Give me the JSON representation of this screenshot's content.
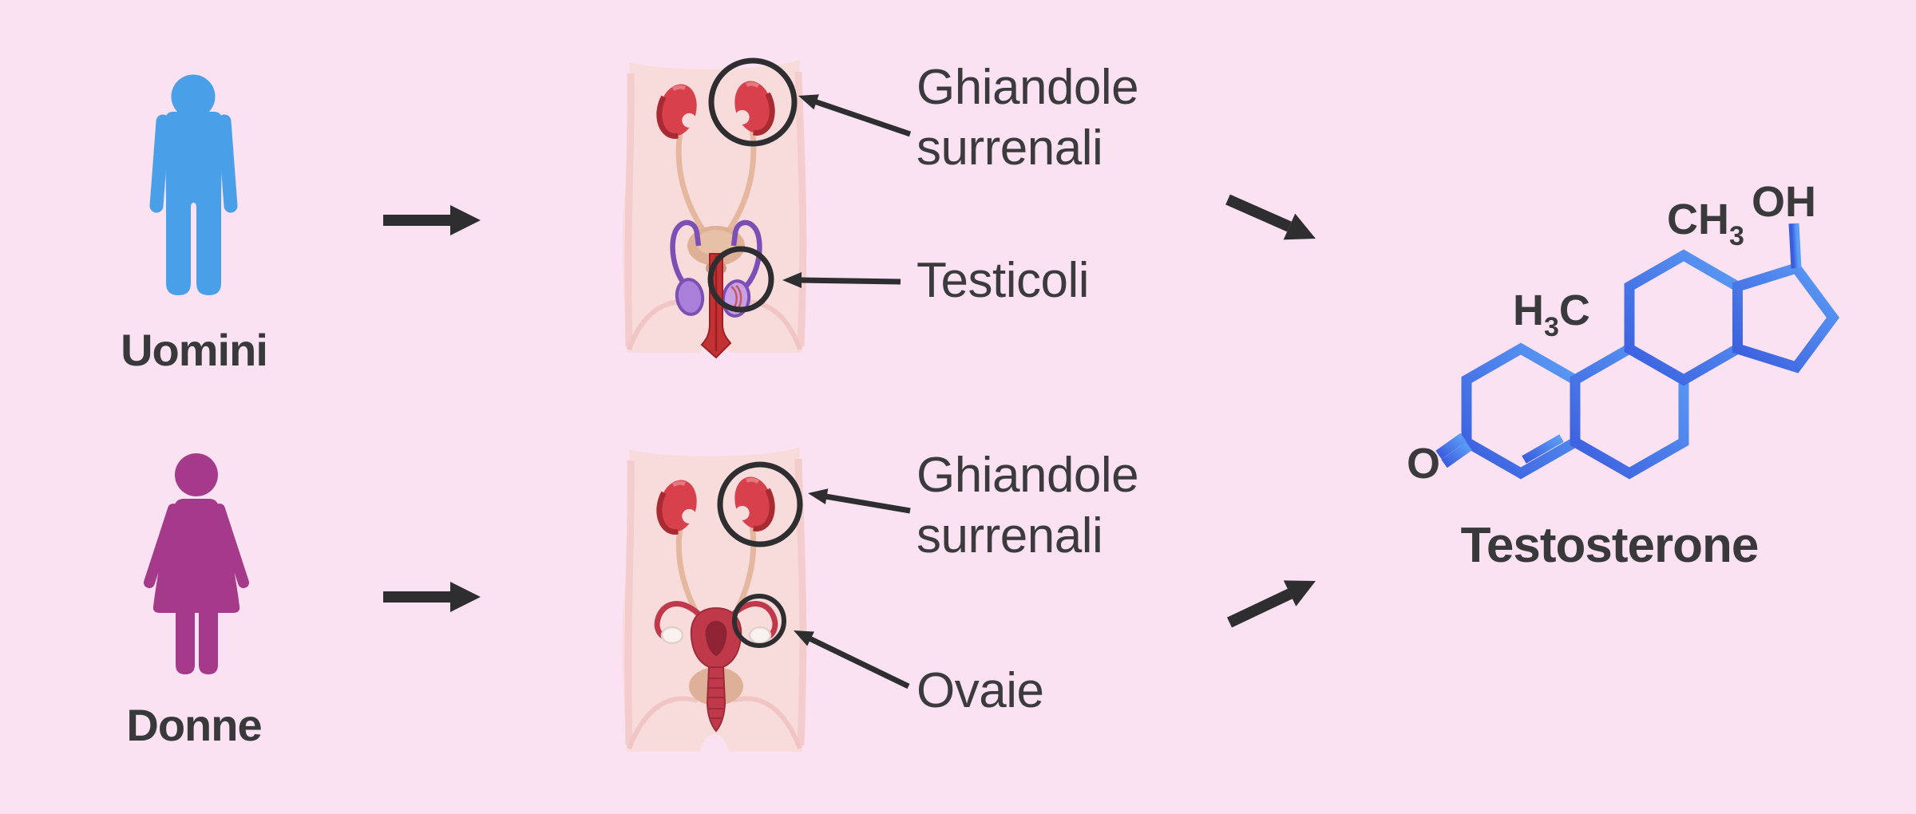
{
  "page": {
    "background_color": "#FBE2F2",
    "text_color": "#3B3B3D",
    "arrow_color": "#2E2E30"
  },
  "male_row": {
    "figure_icon": "male-person-icon",
    "figure_color": "#4AA0E8",
    "figure_label": "Uomini",
    "annotations": {
      "adrenal_line1": "Ghiandole",
      "adrenal_line2": "surrenali",
      "gonad": "Testicoli"
    }
  },
  "female_row": {
    "figure_icon": "female-person-icon",
    "figure_color": "#A53A8B",
    "figure_label": "Donne",
    "annotations": {
      "adrenal_line1": "Ghiandole",
      "adrenal_line2": "surrenali",
      "gonad": "Ovaie"
    }
  },
  "molecule": {
    "name": "Testosterone",
    "structure_color_dark": "#3A5CDE",
    "structure_color_light": "#5C9EF5",
    "labels": {
      "c13_methyl_main": "CH",
      "c13_methyl_sub": "3",
      "c17_hydroxyl": "OH",
      "c10_methyl_h": "H",
      "c10_methyl_sub": "3",
      "c10_methyl_c": "C",
      "ketone_oxygen": "O"
    }
  }
}
